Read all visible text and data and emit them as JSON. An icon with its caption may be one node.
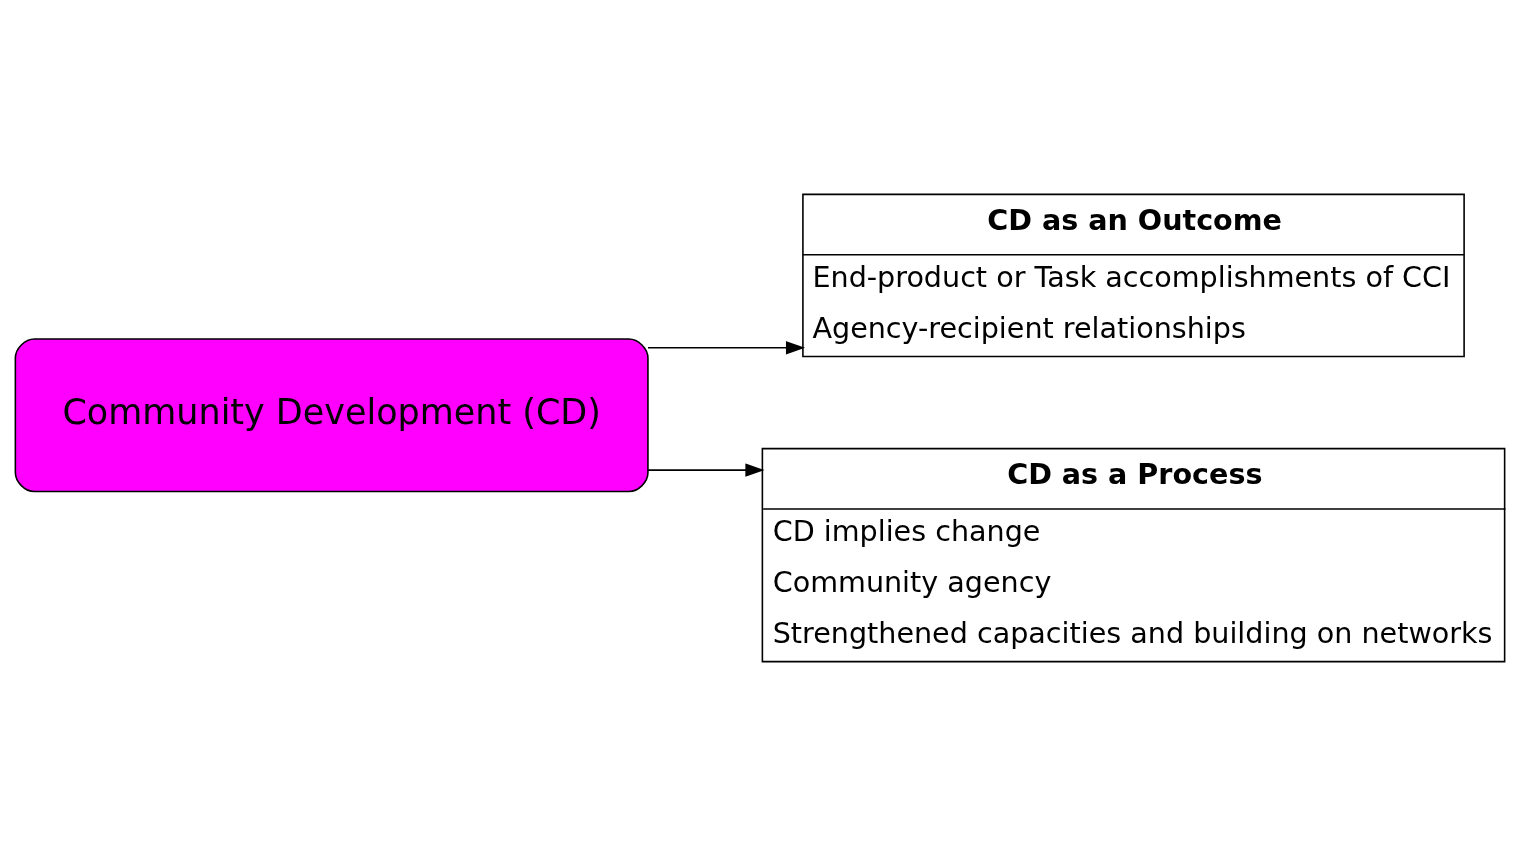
{
  "diagram": {
    "nodes": [
      {
        "text": [
          "Community Development (CD)"
        ]
      },
      {
        "text": [
          "CD as an Outcome",
          "End-product or Task accomplishments of CCI",
          "Agency-recipient relationships"
        ]
      },
      {
        "text": [
          "CD as a Process",
          "CD implies change",
          "Community agency",
          "Strengthened capacities and building on networks"
        ]
      }
    ],
    "edges": [
      {
        "from": 0,
        "to": 1,
        "arrow": "to"
      },
      {
        "from": 0,
        "to": 2,
        "arrow": "to"
      }
    ]
  }
}
